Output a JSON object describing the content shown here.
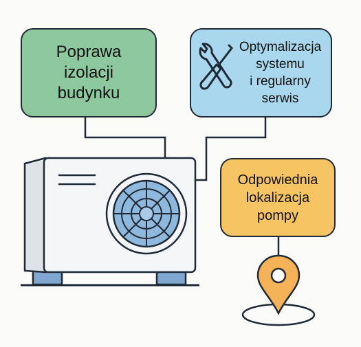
{
  "boxes": {
    "insulation": {
      "text": "Poprawa\nizolacji\nbudynku",
      "color": "#8ec89e"
    },
    "optimization": {
      "text": "Optymalizacja\nsystemu\ni regularny\nserwis",
      "color": "#a9d8ee"
    },
    "location": {
      "text": "Odpowiednia\nlokalizacja\npompy",
      "color": "#f7c463"
    }
  },
  "icons": {
    "tools": "wrench-screwdriver-icon",
    "location": "map-pin-icon",
    "unit": "heat-pump-outdoor-unit",
    "fan": "fan-icon"
  },
  "colors": {
    "stroke": "#1f2a36",
    "unit_body": "#f4f6f8",
    "unit_side": "#dde3e8",
    "fan_blue": "#8fb9dc",
    "feet": "#7fa7cf",
    "pin": "#f6b257"
  }
}
